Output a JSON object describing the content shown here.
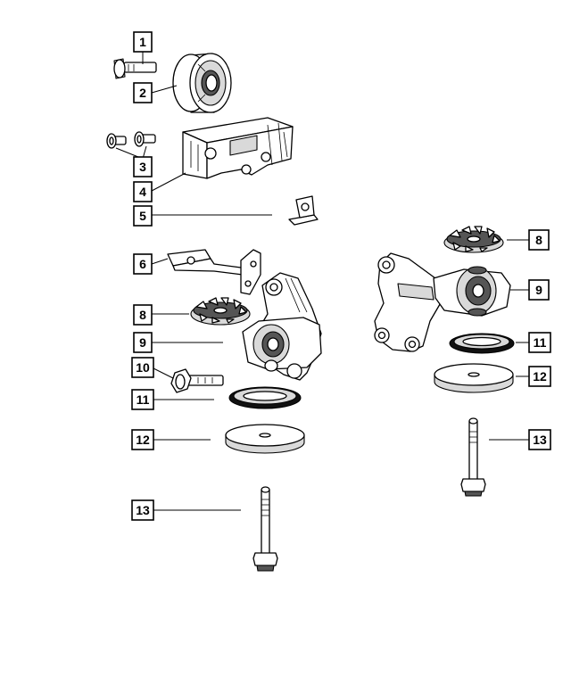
{
  "callouts": {
    "c1": "1",
    "c2": "2",
    "c3": "3",
    "c4": "4",
    "c5": "5",
    "c6": "6",
    "c8a": "8",
    "c9a": "9",
    "c10": "10",
    "c11a": "11",
    "c12a": "12",
    "c13a": "13",
    "c8b": "8",
    "c9b": "9",
    "c11b": "11",
    "c12b": "12",
    "c13b": "13"
  },
  "colors": {
    "line": "#000000",
    "shade": "#d9d9d9",
    "dark": "#555555",
    "background": "#ffffff"
  }
}
